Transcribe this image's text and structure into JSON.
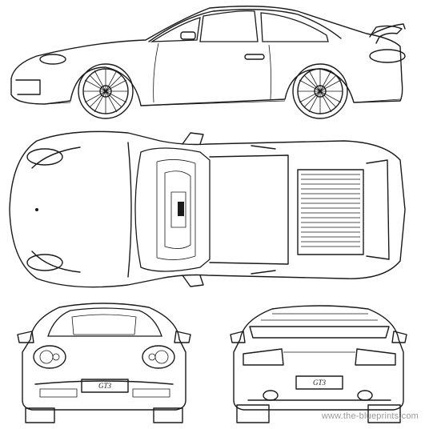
{
  "plate": {
    "front_text": "GT3",
    "rear_text": "GT3"
  },
  "watermark": {
    "text": "www.the-blueprints.com"
  },
  "colors": {
    "line": "#1a1a1a",
    "background": "#ffffff",
    "watermark": "#9a9a9a"
  }
}
